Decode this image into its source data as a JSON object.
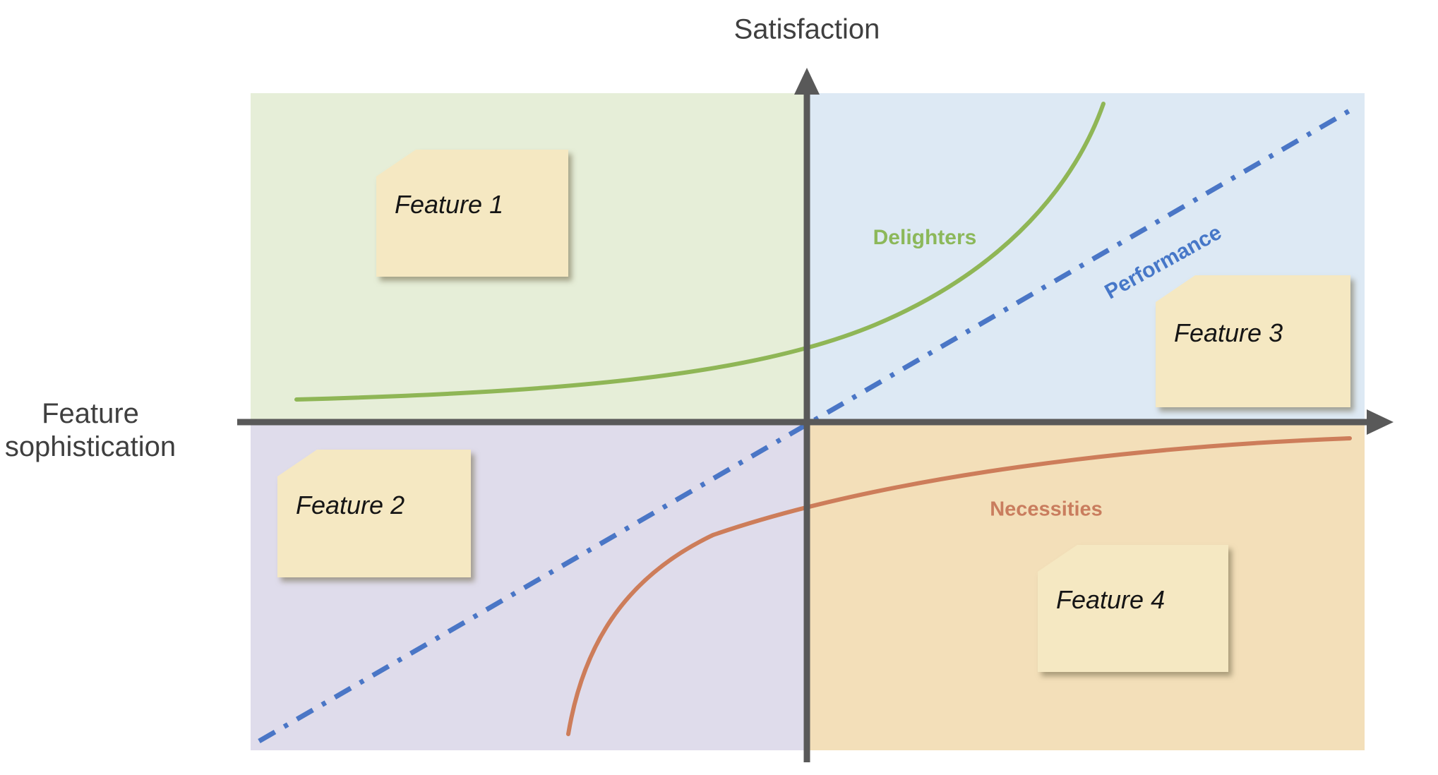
{
  "axis": {
    "y_label": "Satisfaction",
    "x_label_line1": "Feature",
    "x_label_line2": "sophistication"
  },
  "curve_labels": {
    "delighters": "Delighters",
    "performance": "Performance",
    "necessities": "Necessities"
  },
  "curves": [
    {
      "name": "Delighters",
      "style": "solid",
      "color": "#8fb656",
      "path": "rises slowly from low-left of top-left quadrant, steepens sharply in top-right quadrant"
    },
    {
      "name": "Performance",
      "style": "dash-dot",
      "color": "#4a76c6",
      "path": "straight diagonal from bottom-left quadrant through origin to top-right quadrant"
    },
    {
      "name": "Necessities",
      "style": "solid",
      "color": "#cd7d5a",
      "path": "rises steeply from bottom of bottom-left quadrant, flattens toward right of bottom-right quadrant"
    }
  ],
  "notes": [
    {
      "label": "Feature 1",
      "quadrant": "top-left"
    },
    {
      "label": "Feature 2",
      "quadrant": "bottom-left"
    },
    {
      "label": "Feature 3",
      "quadrant": "top-right"
    },
    {
      "label": "Feature 4",
      "quadrant": "bottom-right"
    }
  ],
  "colors": {
    "quadrant_top_left": "#e6eed8",
    "quadrant_top_right": "#dde9f4",
    "quadrant_bottom_left": "#dfdceb",
    "quadrant_bottom_right": "#f3dfb9",
    "delighters_curve": "#8fb656",
    "performance_line": "#4a76c6",
    "necessities_curve": "#cd7d5a",
    "axis": "#595959",
    "axis_label_text": "#3f3f3f",
    "delighters_label_text": "#8cb85a",
    "performance_label_text": "#4677c8",
    "necessities_label_text": "#c97d5e",
    "note_fill": "#f5e8c2",
    "note_text": "#151515"
  }
}
